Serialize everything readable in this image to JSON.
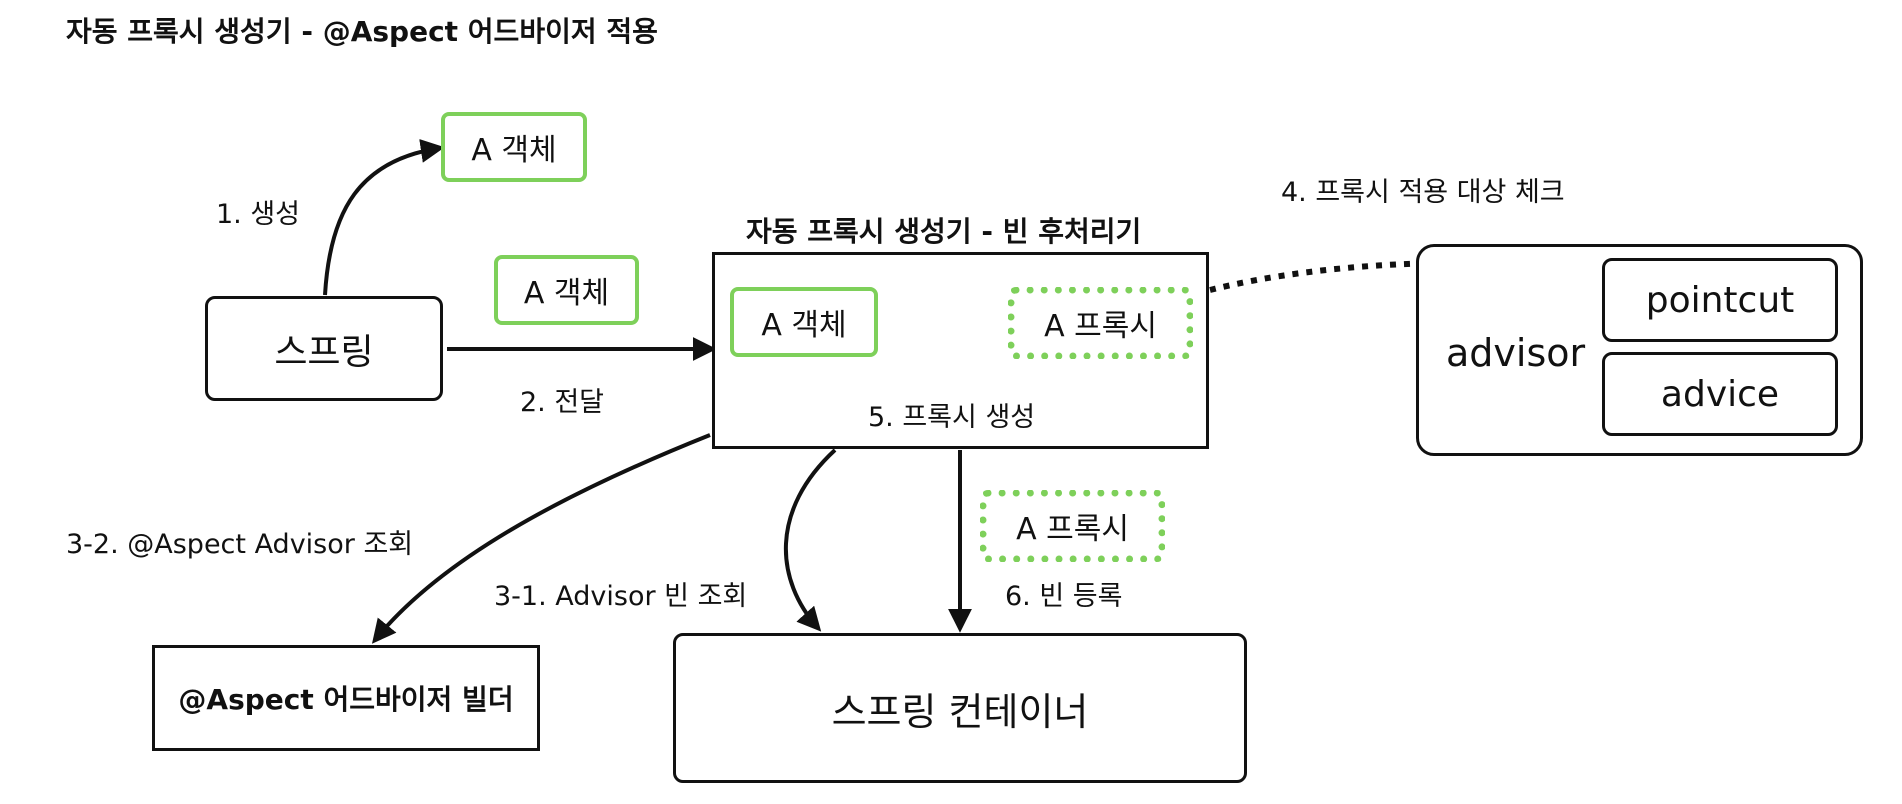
{
  "title": "자동 프록시 생성기 - @Aspect 어드바이저 적용",
  "spring": "스프링",
  "obj_created": "A 객체",
  "step1": "1. 생성",
  "obj_passed": "A 객체",
  "step2": "2. 전달",
  "processor": {
    "title": "자동 프록시 생성기 - 빈 후처리기",
    "obj": "A 객체",
    "proxy": "A 프록시",
    "step5": "5. 프록시 생성"
  },
  "step4": "4. 프록시 적용 대상 체크",
  "advisor": {
    "label": "advisor",
    "pointcut": "pointcut",
    "advice": "advice"
  },
  "step3_2": "3-2. @Aspect Advisor 조회",
  "step3_1": "3-1. Advisor 빈 조회",
  "proxy_registered": "A 프록시",
  "step6": "6. 빈 등록",
  "aspect_builder": "@Aspect 어드바이저 빌더",
  "container": "스프링 컨테이너"
}
